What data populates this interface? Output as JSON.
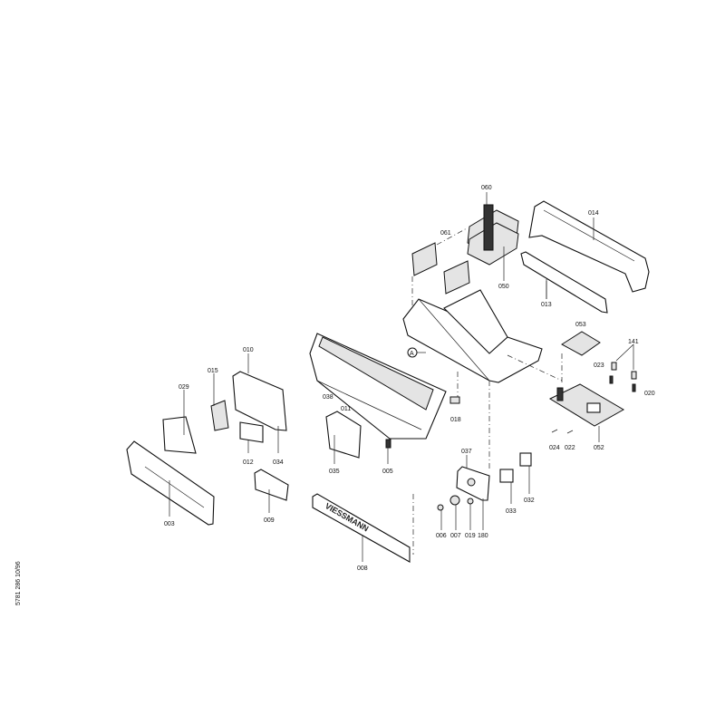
{
  "diagram": {
    "type": "exploded-parts-diagram",
    "side_code": "5781 286   10/96",
    "callout_marker": "A",
    "logo_text": "VIESSMANN",
    "parts": {
      "p060": "060",
      "p061": "061",
      "p050": "050",
      "p014": "014",
      "p013": "013",
      "p053": "053",
      "p141": "141",
      "p023": "023",
      "p020": "020",
      "p052": "052",
      "p024": "024",
      "p022": "022",
      "p037": "037",
      "p032": "032",
      "p033": "033",
      "p006": "006",
      "p007": "007",
      "p019": "019",
      "p180": "180",
      "p018": "018",
      "p005": "005",
      "p035": "035",
      "p011": "011",
      "p038": "038",
      "p010": "010",
      "p015": "015",
      "p029": "029",
      "p012": "012",
      "p034": "034",
      "p003": "003",
      "p009": "009",
      "p008": "008"
    }
  }
}
